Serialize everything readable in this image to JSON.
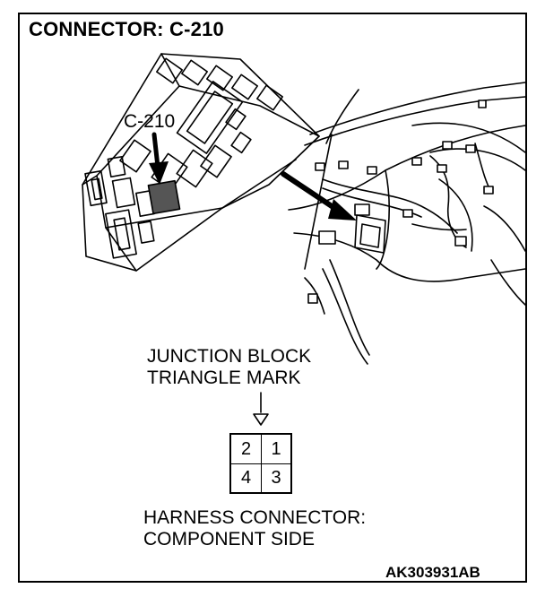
{
  "title": "CONNECTOR: C-210",
  "callout_label": "C-210",
  "junction_block": {
    "line1": "JUNCTION BLOCK",
    "line2": "TRIANGLE MARK"
  },
  "connector_pins": {
    "top_left": "2",
    "top_right": "1",
    "bottom_left": "4",
    "bottom_right": "3"
  },
  "harness_connector": {
    "line1": "HARNESS CONNECTOR:",
    "line2": "COMPONENT SIDE"
  },
  "figure_code": "AK303931AB"
}
